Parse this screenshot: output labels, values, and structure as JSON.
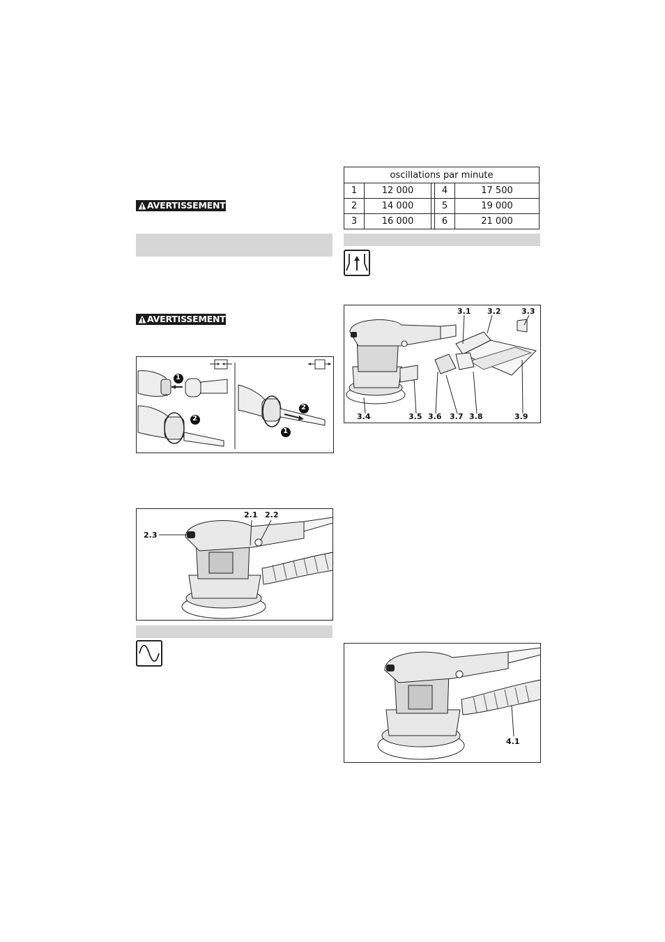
{
  "warnings": [
    {
      "label": "AVERTISSEMENT"
    },
    {
      "label": "AVERTISSEMENT"
    }
  ],
  "speed_table": {
    "header": "oscillations par minute",
    "rows": [
      {
        "left_step": "1",
        "left_value": "12 000",
        "right_step": "4",
        "right_value": "17 500"
      },
      {
        "left_step": "2",
        "left_value": "14 000",
        "right_step": "5",
        "right_value": "19 000"
      },
      {
        "left_step": "3",
        "left_value": "16 000",
        "right_step": "6",
        "right_value": "21 000"
      }
    ]
  },
  "figure1": {
    "callouts": [
      "1",
      "2",
      "2",
      "1"
    ]
  },
  "figure2": {
    "callouts": {
      "a": "2.1",
      "b": "2.2",
      "c": "2.3"
    }
  },
  "figure3": {
    "callouts": {
      "c1": "3.1",
      "c2": "3.2",
      "c3": "3.3",
      "c4": "3.4",
      "c5": "3.5",
      "c6": "3.6",
      "c7": "3.7",
      "c8": "3.8",
      "c9": "3.9"
    }
  },
  "figure4": {
    "callouts": {
      "c1": "4.1"
    }
  },
  "icons": {
    "speed_wave": "sine-wave-icon",
    "dust_extraction": "dust-extraction-icon",
    "plug_in": "plug-in-icon",
    "plug_out": "plug-out-icon"
  }
}
